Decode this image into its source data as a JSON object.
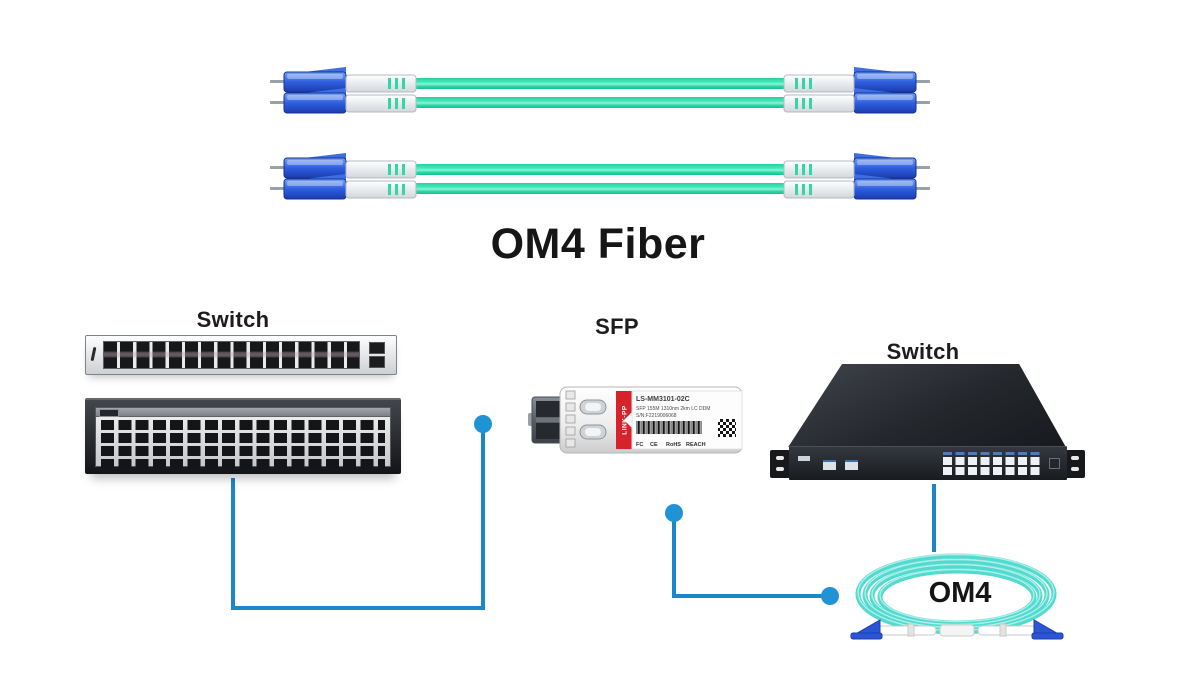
{
  "diagram": {
    "title": "OM4 Fiber",
    "background": "#ffffff"
  },
  "cables": {
    "kind": "OM4 duplex LC-LC fiber patch cable",
    "count": 2,
    "fiber_color": "#2ee0ab",
    "connector_color": "#2d5cdb",
    "boot_color": "#ffffff"
  },
  "left_switch": {
    "label": "Switch"
  },
  "sfp": {
    "label": "SFP",
    "brand": "LINK-PP",
    "model": "LS-MM3101-02C",
    "spec": "SFP 155M 1310nm 2km LC DDM",
    "serial": "S/N:F2219006068",
    "marks": [
      "FC",
      "CE",
      "RoHS",
      "REACH"
    ],
    "brand_band_color": "#d5222b"
  },
  "right_switch": {
    "label": "Switch"
  },
  "coil": {
    "label": "OM4",
    "color": "#52dacf"
  },
  "links": {
    "line_color": "#1b86c8",
    "node_color": "#1f93d3"
  }
}
